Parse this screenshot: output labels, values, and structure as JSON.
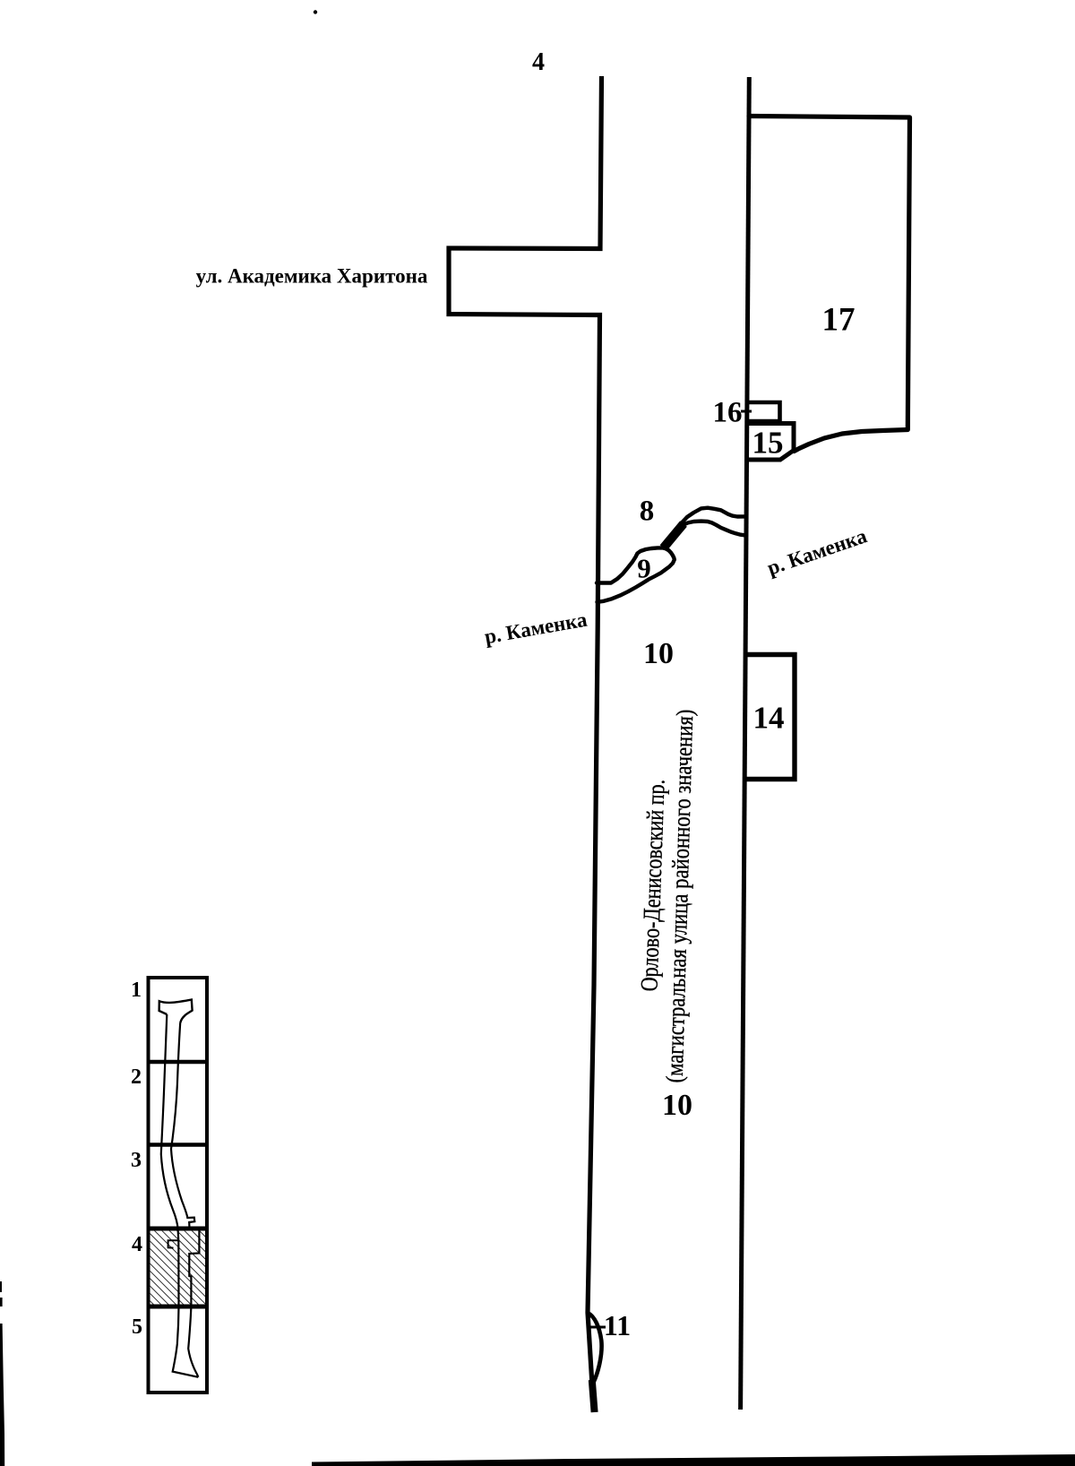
{
  "page": {
    "number": "4"
  },
  "labels": {
    "street": "ул. Академика Харитона",
    "river_left": "р. Каменка",
    "river_right": "р. Каменка",
    "road_name_line1": "Орлово-Денисовский пр.",
    "road_name_line2": "(магистральная улица районного значения)",
    "parcel_8": "8",
    "parcel_9": "9",
    "parcel_10_upper": "10",
    "parcel_10_lower": "10",
    "parcel_11": "11",
    "parcel_14": "14",
    "parcel_15": "15",
    "parcel_16": "16",
    "parcel_17": "17"
  },
  "index_map": {
    "rows": [
      {
        "label": "1"
      },
      {
        "label": "2"
      },
      {
        "label": "3"
      },
      {
        "label": "4"
      },
      {
        "label": "5"
      }
    ],
    "hatched_row_label": "4"
  },
  "colors": {
    "ink": "#000000",
    "paper": "#ffffff"
  }
}
